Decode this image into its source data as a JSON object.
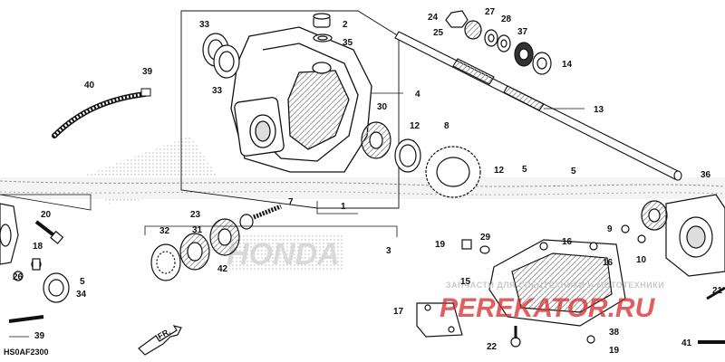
{
  "diagram": {
    "code": "HS0AF2300",
    "direction_label": "FR.",
    "brand_watermark": "HONDA",
    "watermark_top": "ЗАПЧАСТИ ДЛЯ СПЕЦТЕХНИКИ И МОТОТЕХНИКИ",
    "watermark_site": "PEREKATOR.RU"
  },
  "callouts": [
    {
      "id": "c33a",
      "label": "33"
    },
    {
      "id": "c33b",
      "label": "33"
    },
    {
      "id": "c2",
      "label": "2"
    },
    {
      "id": "c35",
      "label": "35"
    },
    {
      "id": "c24",
      "label": "24"
    },
    {
      "id": "c25",
      "label": "25"
    },
    {
      "id": "c27",
      "label": "27"
    },
    {
      "id": "c28",
      "label": "28"
    },
    {
      "id": "c37",
      "label": "37"
    },
    {
      "id": "c14",
      "label": "14"
    },
    {
      "id": "c39a",
      "label": "39"
    },
    {
      "id": "c40",
      "label": "40"
    },
    {
      "id": "c4",
      "label": "4"
    },
    {
      "id": "c13",
      "label": "13"
    },
    {
      "id": "c30",
      "label": "30"
    },
    {
      "id": "c12a",
      "label": "12"
    },
    {
      "id": "c8",
      "label": "8"
    },
    {
      "id": "c12b",
      "label": "12"
    },
    {
      "id": "c5a",
      "label": "5"
    },
    {
      "id": "c5b",
      "label": "5"
    },
    {
      "id": "c36",
      "label": "36"
    },
    {
      "id": "c1",
      "label": "1"
    },
    {
      "id": "c20",
      "label": "20"
    },
    {
      "id": "c18",
      "label": "18"
    },
    {
      "id": "c26",
      "label": "26"
    },
    {
      "id": "c5c",
      "label": "5"
    },
    {
      "id": "c34",
      "label": "34"
    },
    {
      "id": "c39b",
      "label": "39"
    },
    {
      "id": "c32",
      "label": "32"
    },
    {
      "id": "c23",
      "label": "23"
    },
    {
      "id": "c31",
      "label": "31"
    },
    {
      "id": "c42",
      "label": "42"
    },
    {
      "id": "c7",
      "label": "7"
    },
    {
      "id": "c3",
      "label": "3"
    },
    {
      "id": "c19a",
      "label": "19"
    },
    {
      "id": "c29",
      "label": "29"
    },
    {
      "id": "c16a",
      "label": "16"
    },
    {
      "id": "c16b",
      "label": "16"
    },
    {
      "id": "c15",
      "label": "15"
    },
    {
      "id": "c9",
      "label": "9"
    },
    {
      "id": "c10",
      "label": "10"
    },
    {
      "id": "c17",
      "label": "17"
    },
    {
      "id": "c22",
      "label": "22"
    },
    {
      "id": "c38",
      "label": "38"
    },
    {
      "id": "c19b",
      "label": "19"
    },
    {
      "id": "c41",
      "label": "41"
    },
    {
      "id": "c21",
      "label": "21"
    }
  ]
}
